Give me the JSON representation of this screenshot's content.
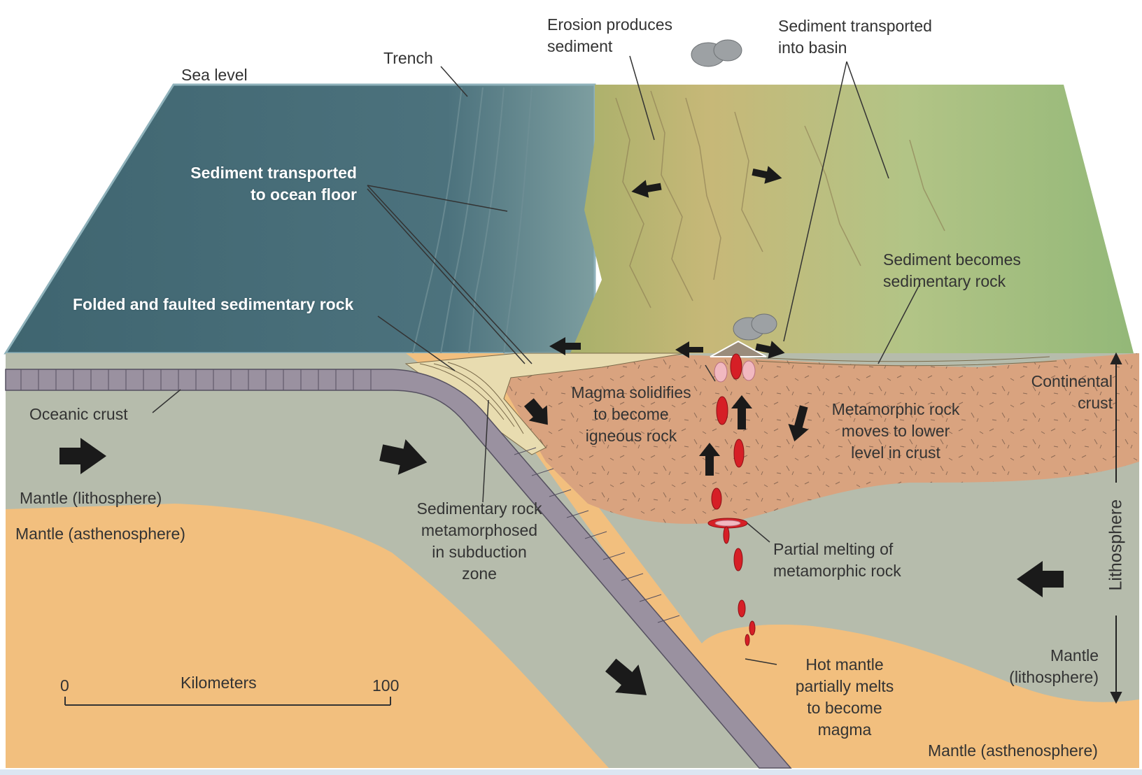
{
  "labels": {
    "sea_level": "Sea level",
    "trench": "Trench",
    "erosion": [
      "Erosion produces",
      "sediment"
    ],
    "sediment_basin": [
      "Sediment transported",
      "into basin"
    ],
    "sediment_ocean_floor": [
      "Sediment transported",
      "to ocean floor"
    ],
    "folded_faulted": "Folded and faulted sedimentary rock",
    "sediment_becomes": [
      "Sediment becomes",
      "sedimentary rock"
    ],
    "oceanic_crust": "Oceanic crust",
    "continental_crust": [
      "Continental",
      "crust"
    ],
    "magma_solidifies": [
      "Magma solidifies",
      "to become",
      "igneous rock"
    ],
    "metamorphic_moves": [
      "Metamorphic rock",
      "moves to lower",
      "level in crust"
    ],
    "mantle_lithosphere_left": "Mantle (lithosphere)",
    "mantle_asthenosphere_left": "Mantle (asthenosphere)",
    "sed_metamorphosed": [
      "Sedimentary rock",
      "metamorphosed",
      "in subduction",
      "zone"
    ],
    "partial_melting": [
      "Partial melting of",
      "metamorphic rock"
    ],
    "lithosphere": "Lithosphere",
    "mantle_lithosphere_right": [
      "Mantle",
      "(lithosphere)"
    ],
    "hot_mantle": [
      "Hot mantle",
      "partially melts",
      "to become",
      "magma"
    ],
    "mantle_asthenosphere_right": "Mantle (asthenosphere)"
  },
  "scale": {
    "title": "Kilometers",
    "start": "0",
    "end": "100"
  },
  "colors": {
    "ocean": "#3e6470",
    "land": "#a7b877",
    "continental_crust": "#d9a37f",
    "oceanic_plate": "#9a91a0",
    "mantle_lithosphere": "#b6bcac",
    "mantle_asthenosphere": "#f2bf7e",
    "magma": "#d61f26",
    "arrow": "#1a1a1a"
  }
}
